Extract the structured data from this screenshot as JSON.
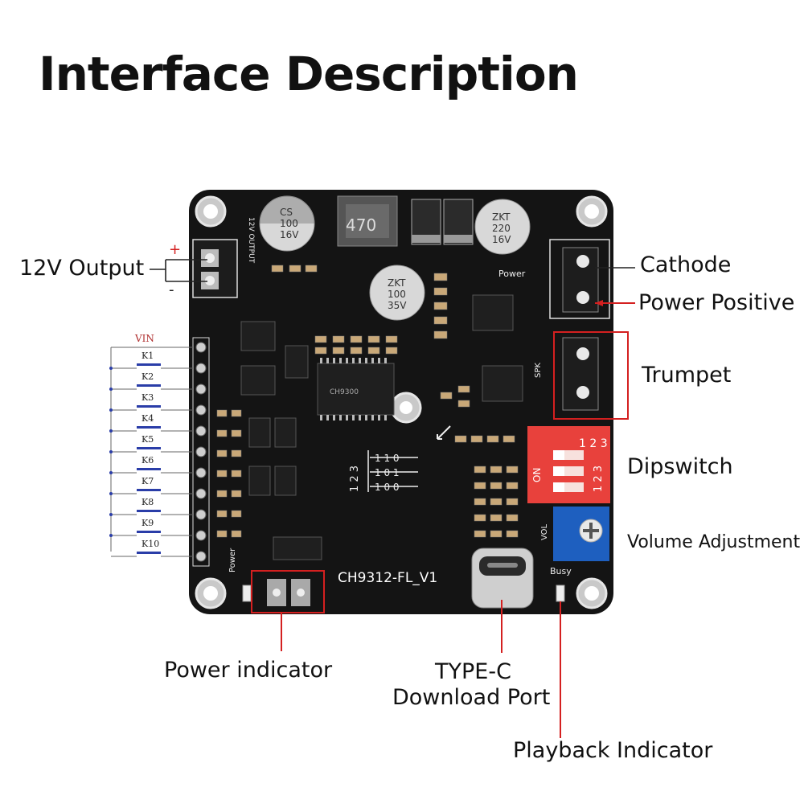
{
  "title": "Interface Description",
  "labels": {
    "output_12v": "12V Output",
    "cathode": "Cathode",
    "power_positive": "Power Positive",
    "trumpet": "Trumpet",
    "dipswitch": "Dipswitch",
    "volume": "Volume Adjustment",
    "power_indicator": "Power indicator",
    "typec_line1": "TYPE-C",
    "typec_line2": "Download Port",
    "playback_indicator": "Playback Indicator"
  },
  "schematic": {
    "vin": "VIN",
    "keys": [
      "K1",
      "K2",
      "K3",
      "K4",
      "K5",
      "K6",
      "K7",
      "K8",
      "K9",
      "K10"
    ],
    "plus": "+",
    "minus": "-"
  },
  "board": {
    "model": "CH9312-FL_V1",
    "inductor": "470",
    "cap1": [
      "CS",
      "100",
      "16V"
    ],
    "cap2": [
      "ZKT",
      "100",
      "35V"
    ],
    "cap3": [
      "ZKT",
      "220",
      "16V"
    ],
    "silk_12v": "12V OUTPUT",
    "silk_power_top": "Power",
    "silk_power_side": "Power",
    "silk_spk": "SPK",
    "silk_vol": "VOL",
    "silk_busy": "Busy",
    "silk_on": "ON",
    "dip_numbers_top": "1 2 3",
    "dip_numbers_side": "1 2 3",
    "chip_main": "CH9300",
    "table_header": "1 2 3",
    "table_rows": [
      "1 1 0",
      "1 0 1",
      "1 0 0"
    ]
  },
  "colors": {
    "pcb": "#141414",
    "accent_red": "#d42020",
    "dip_red": "#e8413c",
    "pot_blue": "#1e5fbf",
    "key_blue": "#2a3da8"
  }
}
